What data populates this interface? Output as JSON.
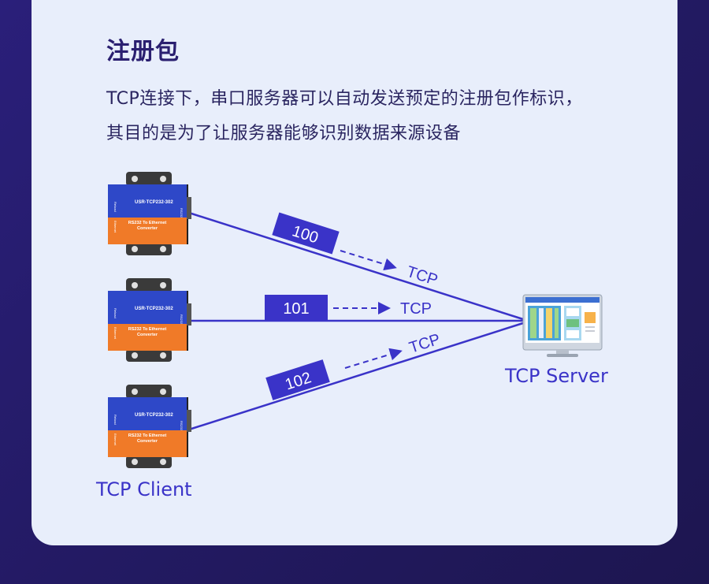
{
  "section": {
    "title": "注册包",
    "description_line1": "TCP连接下，串口服务器可以自动发送预定的注册包作标识，",
    "description_line2": "其目的是为了让服务器能够识别数据来源设备"
  },
  "devices": [
    {
      "model": "USR-TCP232-302",
      "subtitle_line1": "RS232 To Ethernet",
      "subtitle_line2": "Converter",
      "side_label": "Reload",
      "port_label": "RS232",
      "eth_label": "Ethernet"
    },
    {
      "model": "USR-TCP232-302",
      "subtitle_line1": "RS232 To Ethernet",
      "subtitle_line2": "Converter",
      "side_label": "Reload",
      "port_label": "RS232",
      "eth_label": "Ethernet"
    },
    {
      "model": "USR-TCP232-302",
      "subtitle_line1": "RS232 To Ethernet",
      "subtitle_line2": "Converter",
      "side_label": "Reload",
      "port_label": "RS232",
      "eth_label": "Ethernet"
    }
  ],
  "packets": [
    {
      "id": "100",
      "protocol": "TCP"
    },
    {
      "id": "101",
      "protocol": "TCP"
    },
    {
      "id": "102",
      "protocol": "TCP"
    }
  ],
  "labels": {
    "server": "TCP Server",
    "client": "TCP Client"
  },
  "colors": {
    "line": "#3a33c8",
    "tag": "#3a33c8",
    "device_blue": "#2e48c8",
    "device_orange": "#f07a28"
  }
}
